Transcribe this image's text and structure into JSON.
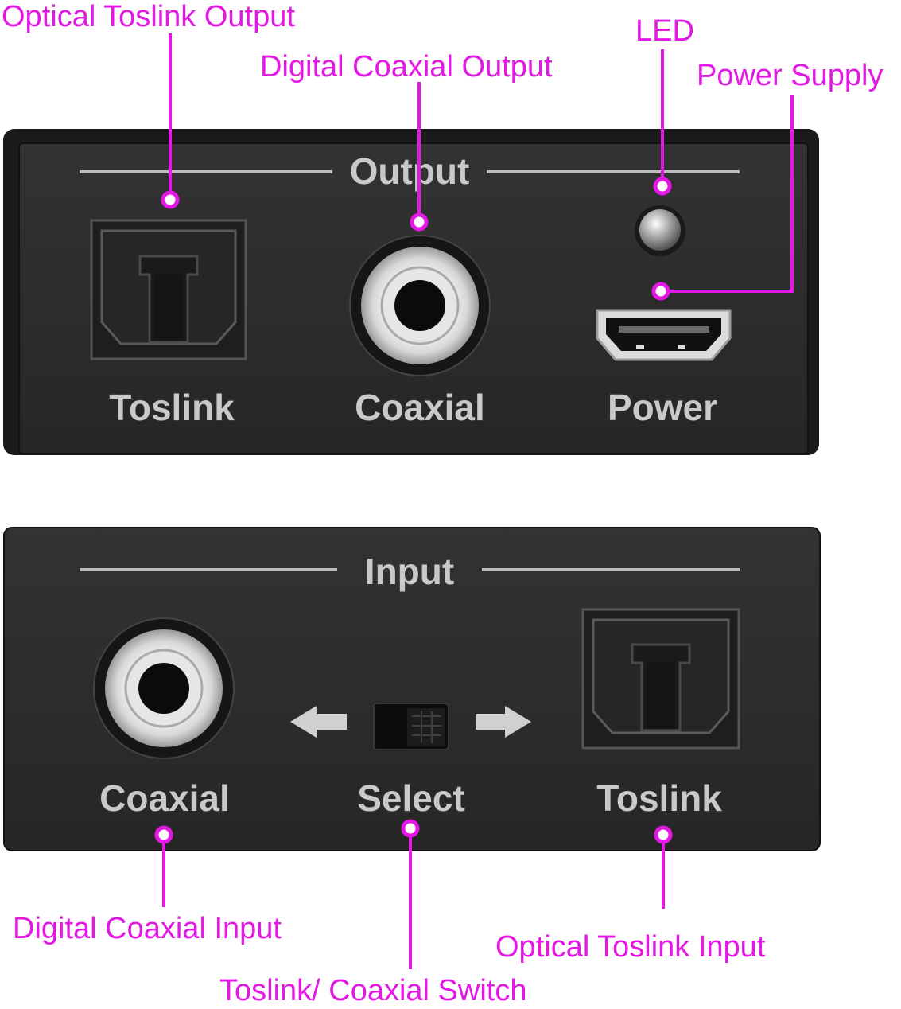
{
  "callouts": {
    "optical_toslink_output": "Optical Toslink Output",
    "digital_coaxial_output": "Digital Coaxial Output",
    "led": "LED",
    "power_supply": "Power Supply",
    "digital_coaxial_input": "Digital Coaxial Input",
    "toslink_coaxial_switch": "Toslink/ Coaxial Switch",
    "optical_toslink_input": "Optical Toslink Input"
  },
  "output_panel": {
    "title": "Output",
    "toslink_label": "Toslink",
    "coaxial_label": "Coaxial",
    "power_label": "Power"
  },
  "input_panel": {
    "title": "Input",
    "coaxial_label": "Coaxial",
    "select_label": "Select",
    "toslink_label": "Toslink"
  },
  "colors": {
    "callout": "#e418e4",
    "panel": "#2b2b2b",
    "panel_label": "#c9c9c9"
  }
}
